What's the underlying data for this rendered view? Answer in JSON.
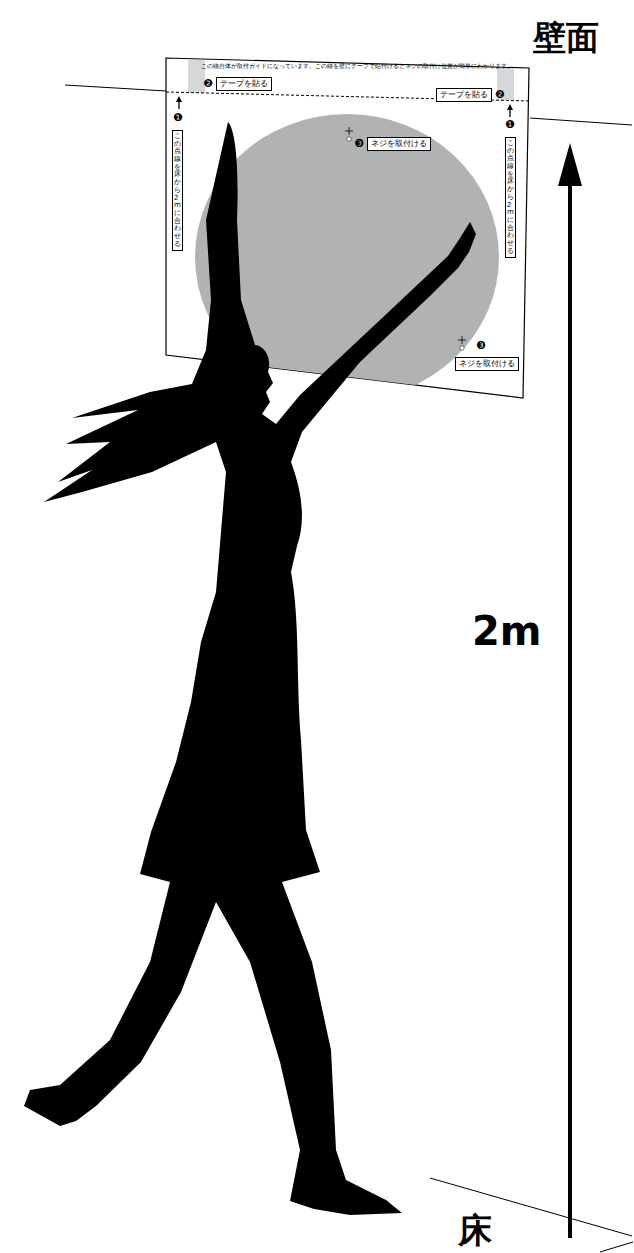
{
  "diagram": {
    "nodes": [
      {
        "text": [
          "この線自体が取付ガイドになっています。この線を壁にテープで貼付けるとネジの取付け位置が簡単にわかります。"
        ]
      },
      {
        "text": [
          "テープを貼る"
        ],
        "in": 0
      },
      {
        "text": [
          "テープを貼る"
        ],
        "in": 0
      },
      {
        "text": [
          "この点線を床から2mに合わせる"
        ],
        "in": 0
      },
      {
        "text": [
          "この点線を床から2mに合わせる"
        ],
        "in": 0
      },
      {
        "text": [
          "ネジを取付ける"
        ],
        "in": 0
      },
      {
        "text": [
          "ネジを取付ける"
        ],
        "in": 0
      }
    ],
    "labels": [
      "壁面",
      "2m",
      "床",
      "❶",
      "❶",
      "❷",
      "❷",
      "❸",
      "❸"
    ]
  }
}
